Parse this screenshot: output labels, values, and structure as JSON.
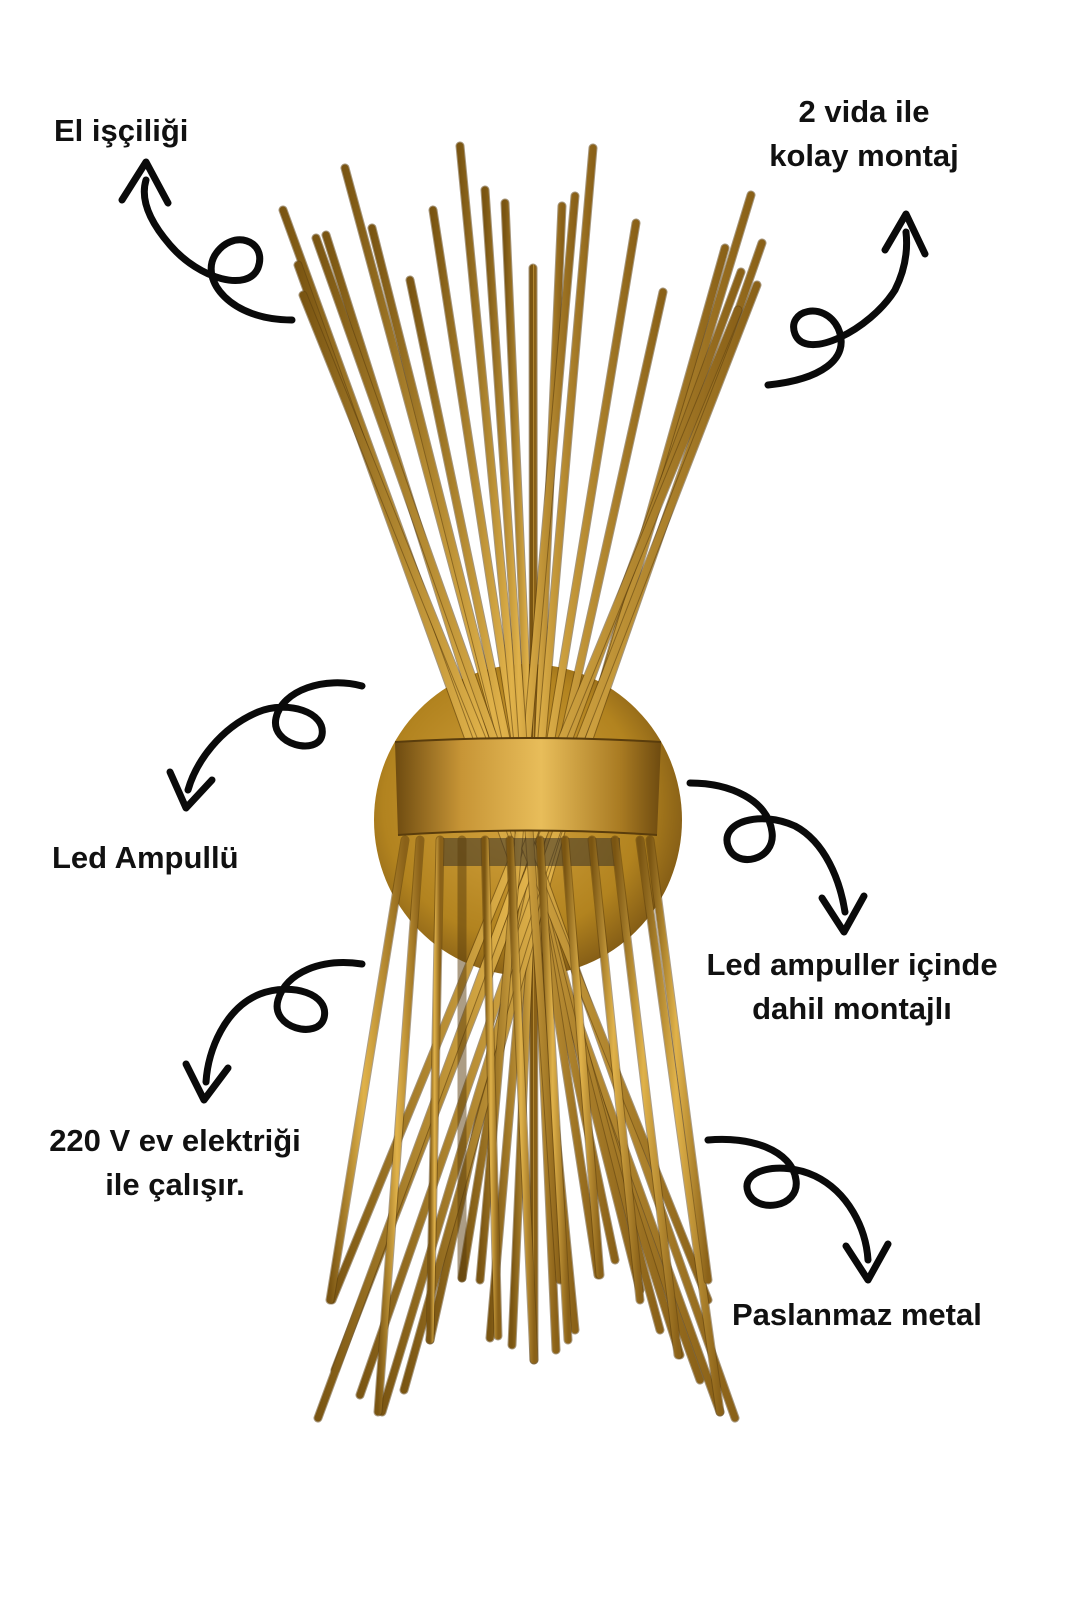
{
  "colors": {
    "background": "#ffffff",
    "text": "#111111",
    "arrow": "#0a0a0a",
    "brass_light": "#d9a93f",
    "brass_mid": "#b98a2a",
    "brass_dark": "#7a5512"
  },
  "product": {
    "icon": "gold-rod-wall-sconce"
  },
  "callouts": {
    "handcraft": {
      "label": "El işçiliği",
      "arrow_icon": "curly-arrow-up-icon"
    },
    "mounting": {
      "line1": "2 vida ile",
      "line2": "kolay montaj",
      "arrow_icon": "curly-arrow-up-icon"
    },
    "led_bulb": {
      "label": "Led Ampullü",
      "arrow_icon": "curly-arrow-down-icon"
    },
    "led_included": {
      "line1": "Led ampuller içinde",
      "line2": "dahil montajlı",
      "arrow_icon": "curly-arrow-down-icon"
    },
    "voltage": {
      "line1": "220 V ev elektriği",
      "line2": "ile çalışır.",
      "arrow_icon": "curly-arrow-down-icon"
    },
    "material": {
      "label": "Paslanmaz metal",
      "arrow_icon": "curly-arrow-down-icon"
    }
  }
}
